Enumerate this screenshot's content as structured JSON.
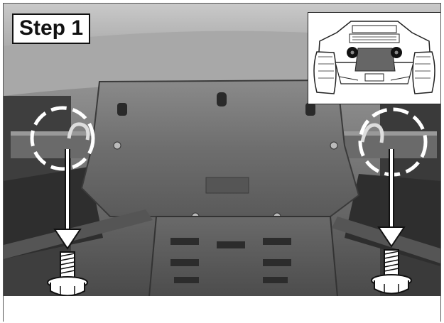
{
  "step": {
    "label": "Step 1"
  },
  "inset": {
    "icon": "vehicle-front-view-icon",
    "marker_color": "#111111"
  },
  "illustration": {
    "subject": "skid-plate-underbody-photo",
    "callouts": [
      {
        "name": "left-mounting-point",
        "icon": "dashed-circle-icon"
      },
      {
        "name": "right-mounting-point",
        "icon": "dashed-circle-icon"
      }
    ],
    "parts": [
      {
        "name": "left-bolt",
        "icon": "hex-bolt-icon"
      },
      {
        "name": "right-bolt",
        "icon": "hex-bolt-icon"
      }
    ]
  },
  "colors": {
    "photo_dark": "#3a3a3a",
    "photo_mid": "#7d7d7d",
    "photo_light": "#b8b8b8",
    "callout": "#ffffff",
    "outline": "#111111"
  }
}
